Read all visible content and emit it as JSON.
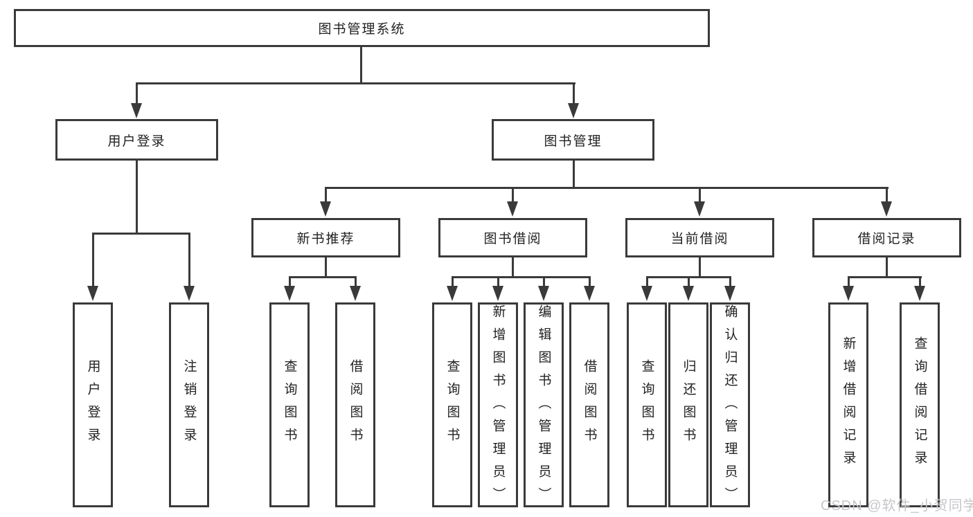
{
  "diagram": {
    "root": "图书管理系统",
    "branches": [
      {
        "label": "用户登录",
        "children": [
          "用户登录",
          "注销登录"
        ]
      },
      {
        "label": "图书管理",
        "groups": [
          {
            "label": "新书推荐",
            "children": [
              "查询图书",
              "借阅图书"
            ]
          },
          {
            "label": "图书借阅",
            "children": [
              "查询图书",
              "新增图书（管理员）",
              "编辑图书（管理员）",
              "借阅图书"
            ]
          },
          {
            "label": "当前借阅",
            "children": [
              "查询图书",
              "归还图书",
              "确认归还（管理员）"
            ]
          },
          {
            "label": "借阅记录",
            "children": [
              "新增借阅记录",
              "查询借阅记录"
            ]
          }
        ]
      }
    ]
  },
  "watermark": {
    "text": "CSDN @软件_小贺同学"
  },
  "colors": {
    "line": "#3a3a3a",
    "text": "#222222",
    "watermark": "#c6c6cb",
    "background": "#ffffff"
  }
}
